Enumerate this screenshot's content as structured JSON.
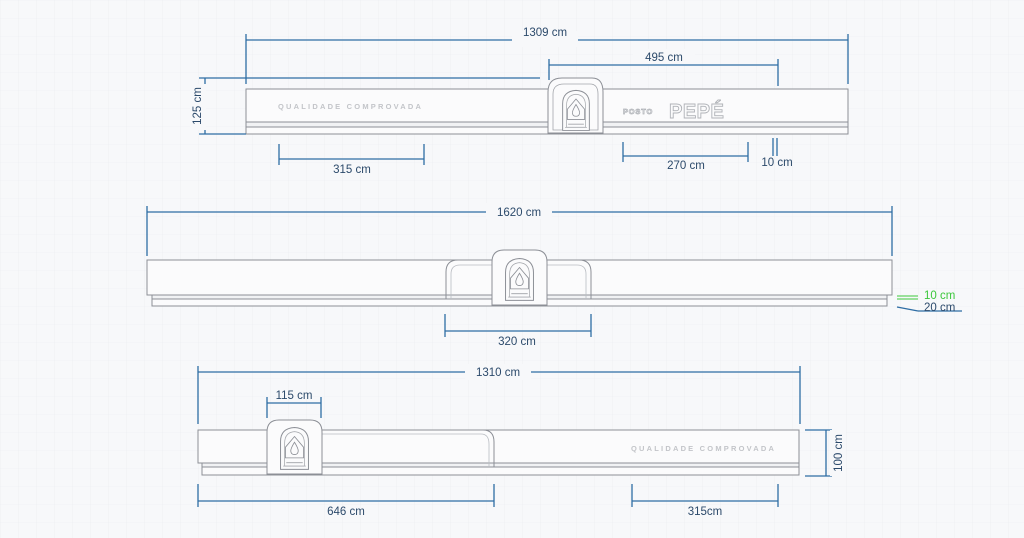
{
  "views": {
    "front_top": {
      "slogan": "QUALIDADE COMPROVADA",
      "brand_prefix": "POSTO",
      "brand_name": "PEPÉ",
      "dims": {
        "total_width": "1309 cm",
        "height": "125 cm",
        "center_to_right": "495 cm",
        "slogan_width": "315 cm",
        "brand_width": "270 cm",
        "edge_gap": "10 cm"
      }
    },
    "side_middle": {
      "dims": {
        "total_width": "1620 cm",
        "module_width": "320 cm",
        "top_band": "10 cm",
        "bottom_band": "20 cm"
      }
    },
    "front_bottom": {
      "slogan": "QUALIDADE COMPROVADA",
      "dims": {
        "total_width": "1310 cm",
        "module_width": "115 cm",
        "height": "100 cm",
        "left_span": "646 cm",
        "slogan_width": "315cm"
      }
    }
  },
  "colors": {
    "background": "#f7f8fa",
    "grid": "#e6e8ec",
    "dimension": "#2e6da4",
    "dimension_text": "#2c4a6b",
    "highlight": "#3cc73c",
    "outline": "#8c8f96"
  },
  "icons": [
    "fuel-drop-icon"
  ]
}
